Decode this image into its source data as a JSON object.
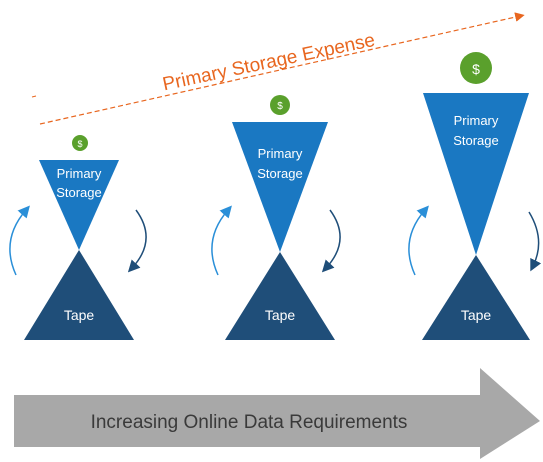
{
  "expense_label": "Primary Storage Expense",
  "arrow_label": "Increasing Online Data Requirements",
  "stages": [
    {
      "primary_label_line1": "Primary",
      "primary_label_line2": "Storage",
      "tape_label": "Tape",
      "coin_symbol": "$"
    },
    {
      "primary_label_line1": "Primary",
      "primary_label_line2": "Storage",
      "tape_label": "Tape",
      "coin_symbol": "$"
    },
    {
      "primary_label_line1": "Primary",
      "primary_label_line2": "Storage",
      "tape_label": "Tape",
      "coin_symbol": "$"
    }
  ],
  "colors": {
    "primary_blue": "#1a78c2",
    "tape_navy": "#1f4e79",
    "coin_green": "#5aa02c",
    "expense_orange": "#e8661f",
    "cycle_arrow_light": "#2a8fd8",
    "cycle_arrow_dark": "#1f4e79",
    "big_arrow_gray": "#a8a8a8"
  }
}
